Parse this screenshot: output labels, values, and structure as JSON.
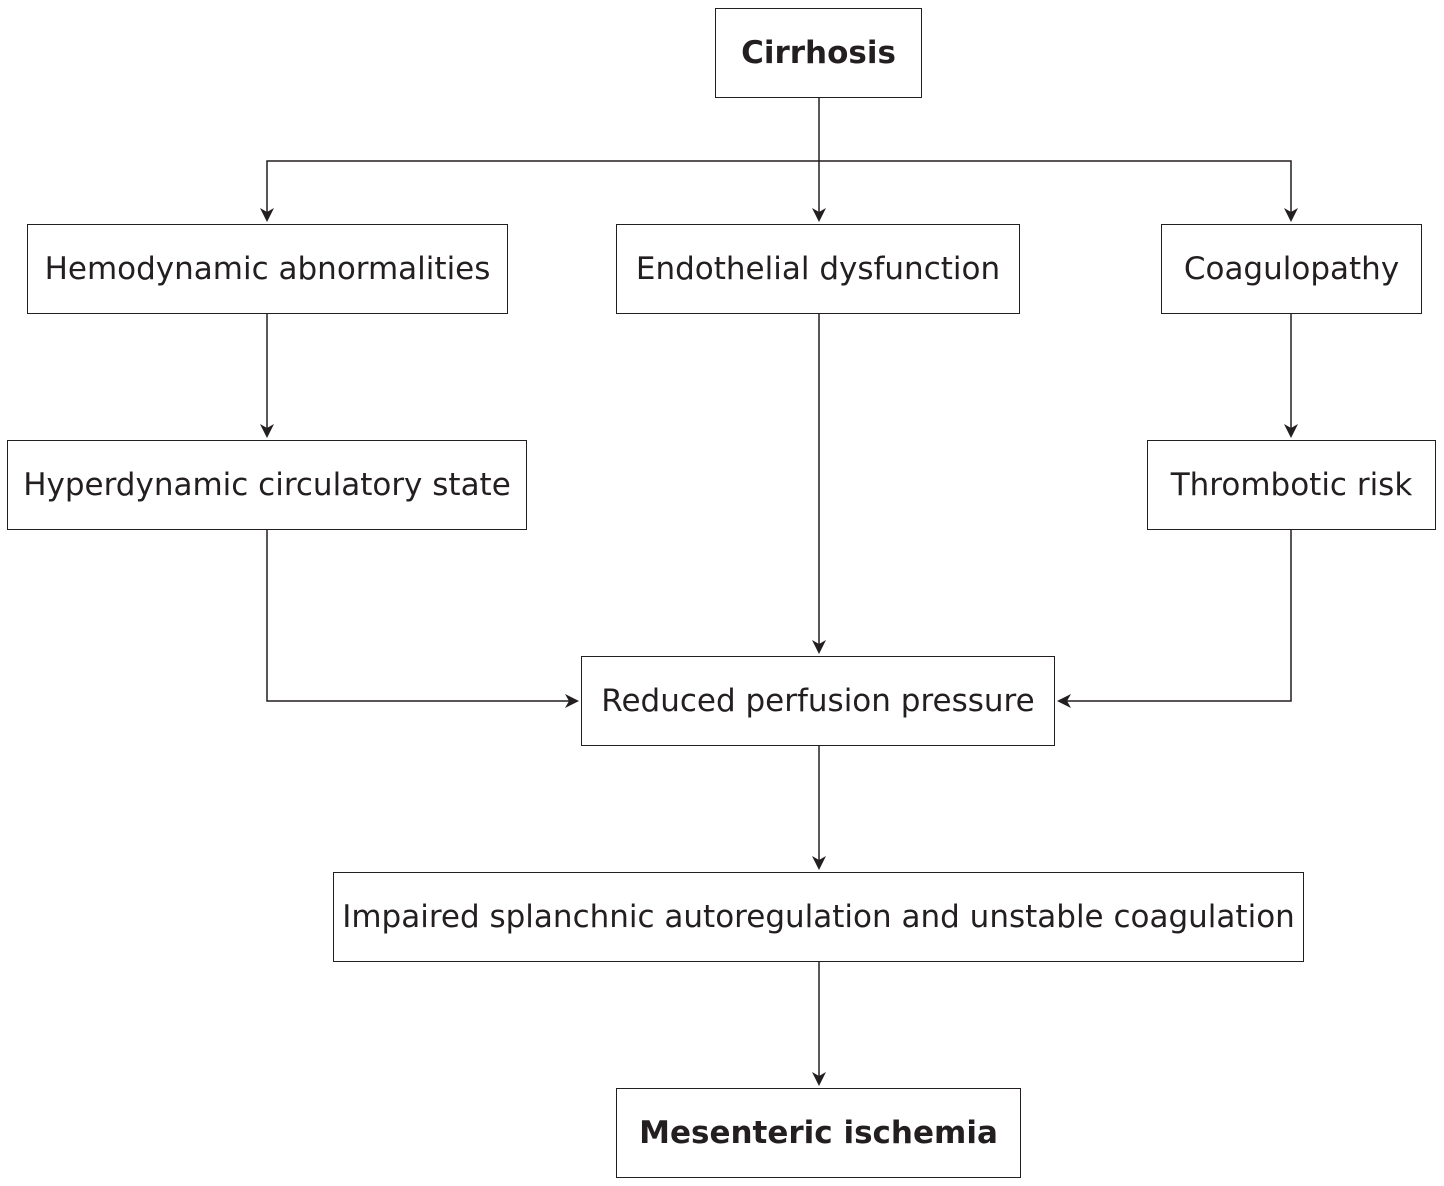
{
  "diagram": {
    "colors": {
      "stroke": "#231f20",
      "text": "#231f20",
      "background": "#ffffff"
    },
    "nodes": {
      "cirrhosis": "Cirrhosis",
      "hemodynamic_abnormalities": "Hemodynamic abnormalities",
      "endothelial_dysfunction": "Endothelial dysfunction",
      "coagulopathy": "Coagulopathy",
      "hyperdynamic_state": "Hyperdynamic circulatory state",
      "thrombotic_risk": "Thrombotic risk",
      "reduced_perfusion": "Reduced perfusion pressure",
      "impaired_autoregulation": "Impaired splanchnic autoregulation and unstable coagulation",
      "mesenteric_ischemia": "Mesenteric ischemia"
    },
    "edges": [
      {
        "from": "cirrhosis",
        "to": "hemodynamic_abnormalities"
      },
      {
        "from": "cirrhosis",
        "to": "endothelial_dysfunction"
      },
      {
        "from": "cirrhosis",
        "to": "coagulopathy"
      },
      {
        "from": "hemodynamic_abnormalities",
        "to": "hyperdynamic_state"
      },
      {
        "from": "coagulopathy",
        "to": "thrombotic_risk"
      },
      {
        "from": "endothelial_dysfunction",
        "to": "reduced_perfusion"
      },
      {
        "from": "hyperdynamic_state",
        "to": "reduced_perfusion"
      },
      {
        "from": "thrombotic_risk",
        "to": "reduced_perfusion"
      },
      {
        "from": "reduced_perfusion",
        "to": "impaired_autoregulation"
      },
      {
        "from": "impaired_autoregulation",
        "to": "mesenteric_ischemia"
      }
    ]
  }
}
